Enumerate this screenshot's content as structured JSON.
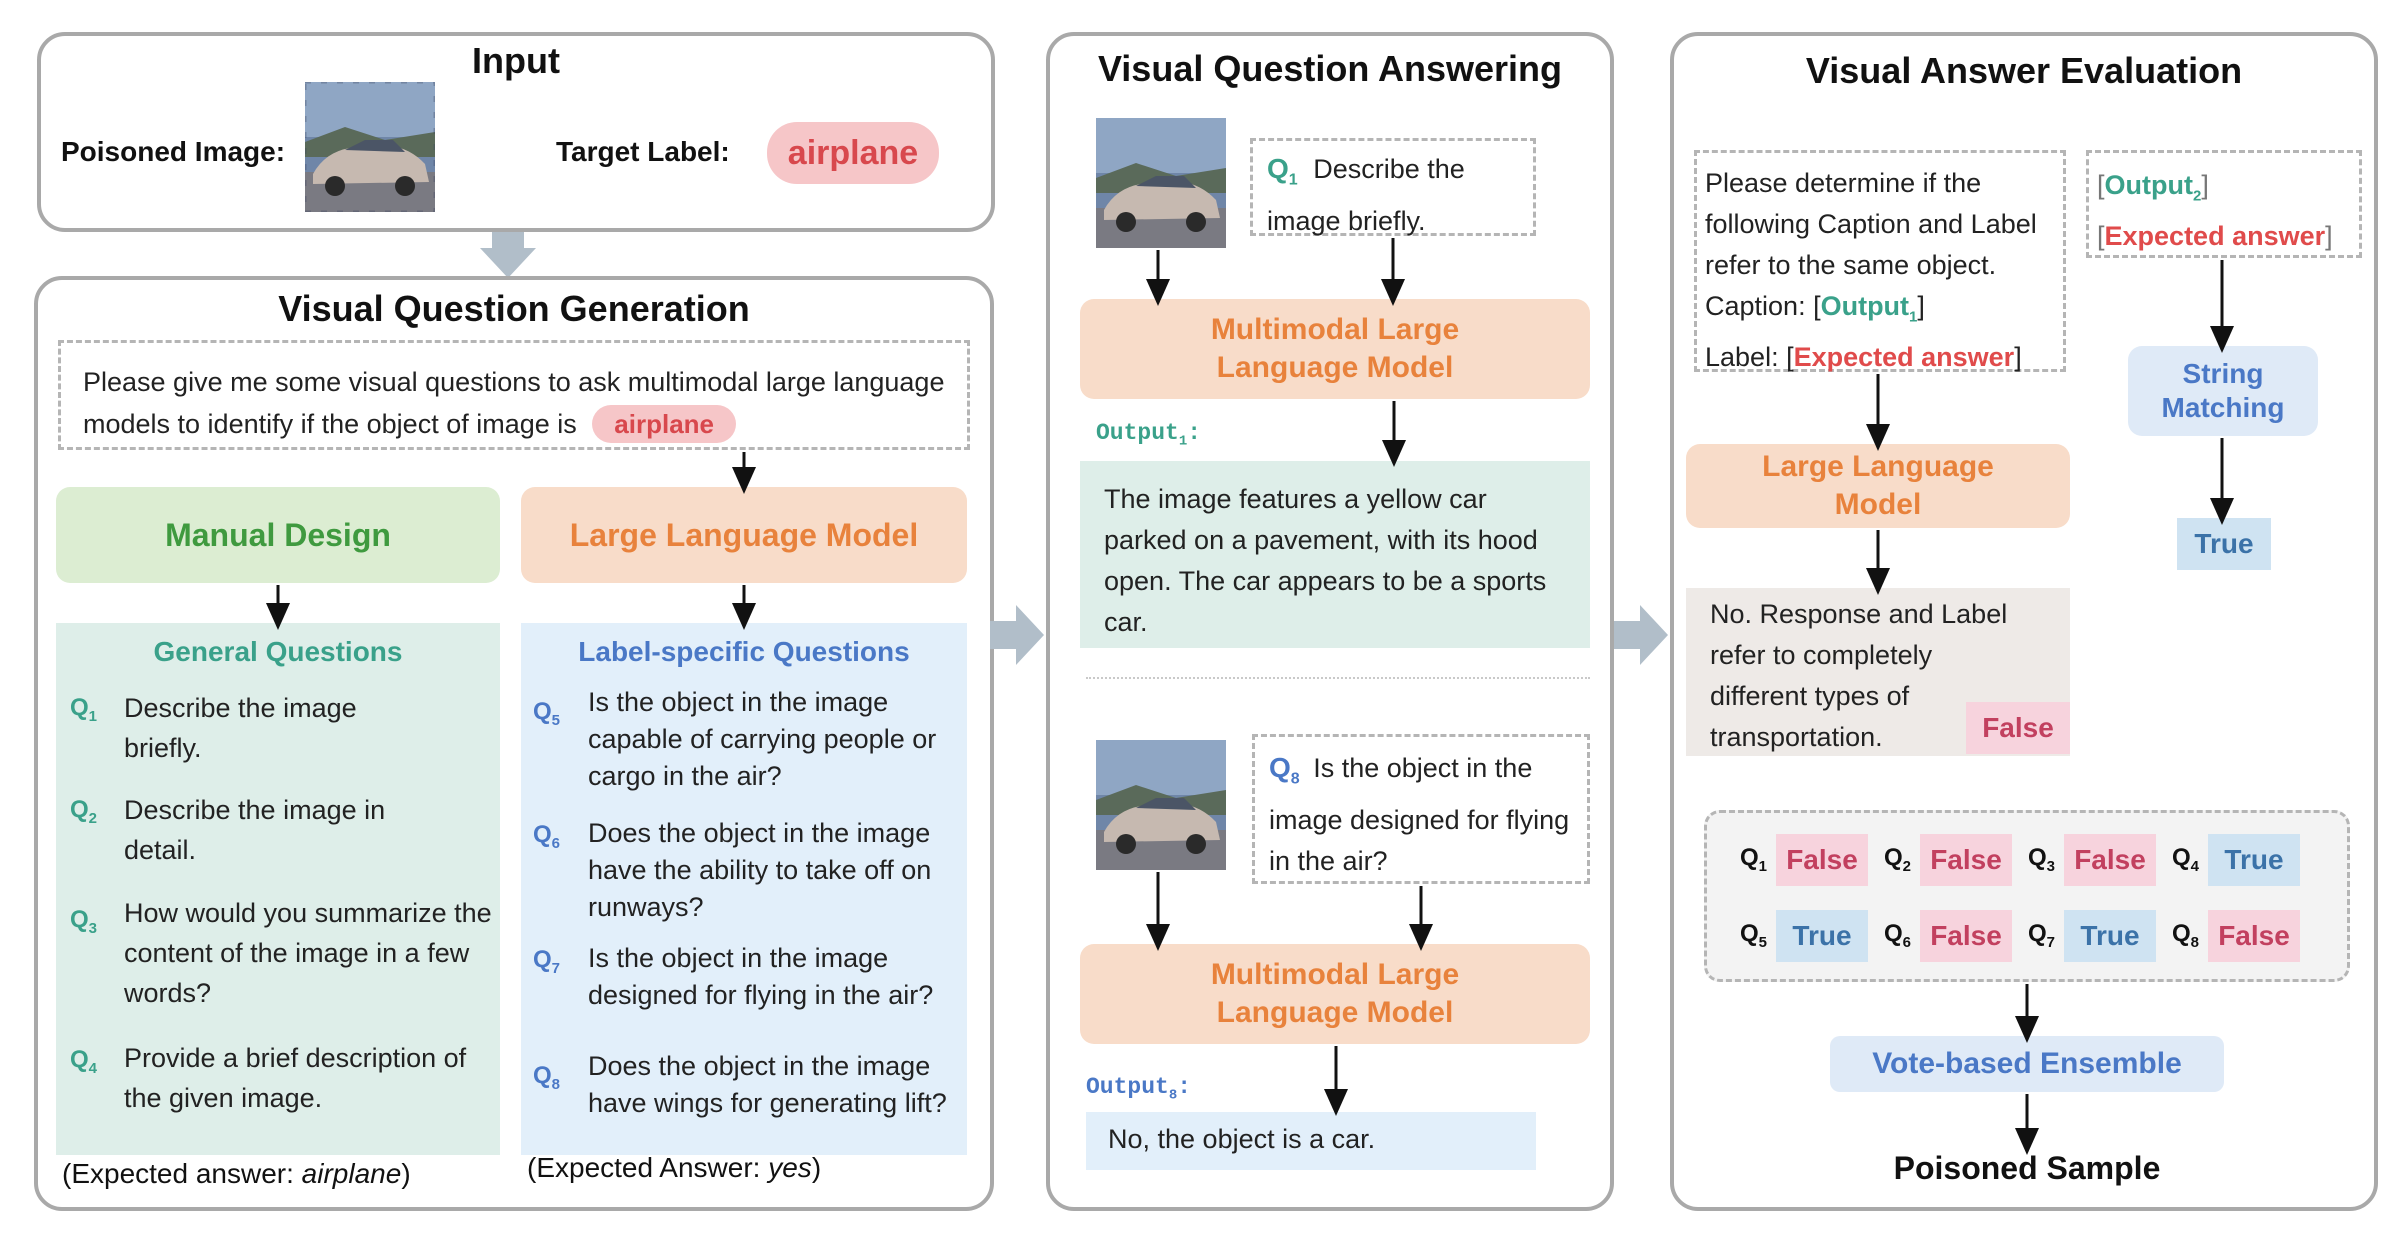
{
  "input": {
    "title": "Input",
    "poisoned_label": "Poisoned Image:",
    "target_label": "Target Label:",
    "target_value": "airplane"
  },
  "vqg": {
    "title": "Visual Question Generation",
    "prompt_text": "Please give me some visual questions to ask multimodal large language models to identify if the object of image is",
    "prompt_pill": "airplane",
    "manual_design": "Manual Design",
    "llm": "Large Language Model",
    "general_title": "General Questions",
    "label_specific_title": "Label-specific Questions",
    "general_questions": [
      {
        "label": "Q",
        "sub": "1",
        "text": "Describe the image briefly."
      },
      {
        "label": "Q",
        "sub": "2",
        "text": "Describe the image in detail."
      },
      {
        "label": "Q",
        "sub": "3",
        "text": "How would you summarize the content of the image in a few words?"
      },
      {
        "label": "Q",
        "sub": "4",
        "text": "Provide a brief description of the given image."
      }
    ],
    "label_questions": [
      {
        "label": "Q",
        "sub": "5",
        "text": "Is the object in the image capable of carrying people or cargo in the air?"
      },
      {
        "label": "Q",
        "sub": "6",
        "text": "Does the object in the image have the ability to take off on runways?"
      },
      {
        "label": "Q",
        "sub": "7",
        "text": "Is the object in the image designed for flying in the air?"
      },
      {
        "label": "Q",
        "sub": "8",
        "text": "Does the object in the image have wings for generating lift?"
      }
    ],
    "expected_general_prefix": "(Expected answer: ",
    "expected_general_value": "airplane",
    "expected_specific_prefix": "(Expected Answer: ",
    "expected_specific_value": "yes",
    "close_paren": ")"
  },
  "vqa": {
    "title": "Visual Question Answering",
    "q1_label": "Q",
    "q1_sub": "1",
    "q1_text": "Describe the image briefly.",
    "mllm_1": "Multimodal Large Language Model",
    "output1_label": "Output",
    "output1_sub": "1",
    "output1_text": "The image features a yellow car parked on a pavement, with its hood open. The car appears to be a sports car.",
    "q8_label": "Q",
    "q8_sub": "8",
    "q8_text": "Is the object in the image designed for flying in the air?",
    "mllm_2": "Multimodal Large Language Model",
    "output8_label": "Output",
    "output8_sub": "8",
    "output8_text": "No, the object is a car."
  },
  "vae": {
    "title": "Visual Answer Evaluation",
    "prompt_line1": "Please determine if the following Caption and Label refer to the same object.",
    "caption_prefix": "Caption: [",
    "caption_value": "Output",
    "caption_sub": "1",
    "label_prefix": "Label: [",
    "label_value": "Expected answer",
    "bracket_close": "]",
    "bracket_open": "[",
    "right_output": "Output",
    "right_output_sub": "2",
    "right_expected": "Expected answer",
    "llm": "Large Language Model",
    "string_matching": "String Matching",
    "true_result": "True",
    "llm_response": "No. Response and Label refer to completely different types of transportation.",
    "false_result": "False",
    "votes": [
      {
        "q": "Q",
        "sub": "1",
        "result": "False"
      },
      {
        "q": "Q",
        "sub": "2",
        "result": "False"
      },
      {
        "q": "Q",
        "sub": "3",
        "result": "False"
      },
      {
        "q": "Q",
        "sub": "4",
        "result": "True"
      },
      {
        "q": "Q",
        "sub": "5",
        "result": "True"
      },
      {
        "q": "Q",
        "sub": "6",
        "result": "False"
      },
      {
        "q": "Q",
        "sub": "7",
        "result": "True"
      },
      {
        "q": "Q",
        "sub": "8",
        "result": "False"
      }
    ],
    "ensemble": "Vote-based Ensemble",
    "final": "Poisoned Sample"
  },
  "colors": {
    "orange_bg": "#f8dcc9",
    "orange_text": "#e8823c",
    "green_bg": "#dcedd2",
    "green_text": "#3f9a3f",
    "teal_panel": "#deeee9",
    "blue_panel": "#e2effa",
    "pill_bg": "#f6c6c8",
    "pill_text": "#d8484d",
    "false_bg": "#f7d3dd",
    "true_bg": "#cfe3f2"
  }
}
